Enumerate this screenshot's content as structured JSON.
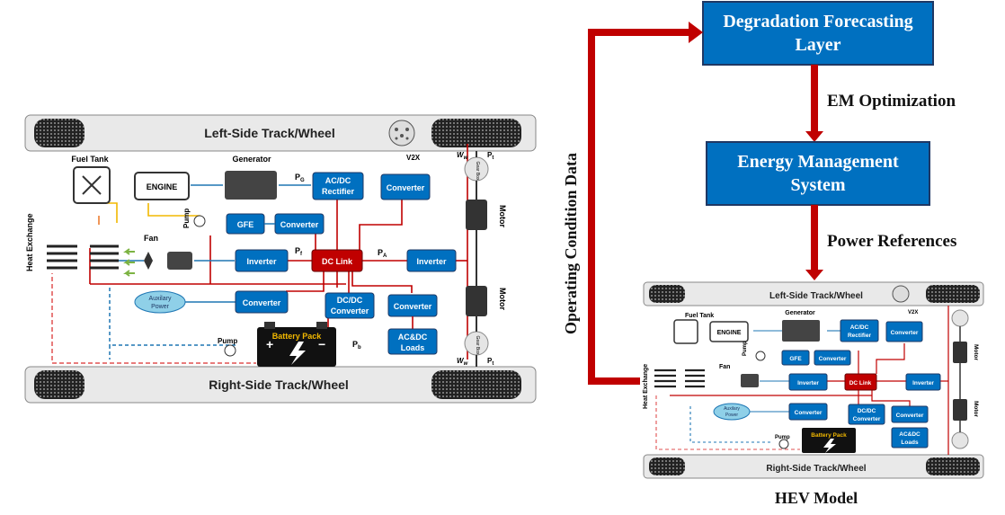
{
  "colors": {
    "blue_box": "#0070c0",
    "blue_box_edge": "#1f3864",
    "red": "#c00000",
    "dclink": "#c00000",
    "orange": "#ed7d31",
    "yellow": "#f2b800",
    "aux": "#8fd0e8"
  },
  "hev": {
    "left_track": "Left-Side Track/Wheel",
    "right_track": "Right-Side Track/Wheel",
    "fuel_tank": "Fuel Tank",
    "engine": "ENGINE",
    "generator": "Generator",
    "ac_dc_rectifier_1": "AC/DC",
    "ac_dc_rectifier_2": "Rectifier",
    "converter": "Converter",
    "gfe": "GFE",
    "inverter": "Inverter",
    "dc_link": "DC Link",
    "dcdc_1": "DC/DC",
    "dcdc_2": "Converter",
    "acdc_loads_1": "AC&DC",
    "acdc_loads_2": "Loads",
    "battery": "Battery Pack",
    "aux_1": "Auxilary",
    "aux_2": "Power",
    "fan": "Fan",
    "pump": "Pump",
    "heat_exchange": "Heat Exchange",
    "motor": "Motor",
    "gear_box": "Gear Box",
    "v2x": "V2X",
    "pg": "P",
    "pg_sub": "G",
    "pf": "P",
    "pf_sub": "f",
    "pa": "P",
    "pa_sub": "A",
    "pb": "P",
    "pb_sub": "b",
    "pt": "P",
    "pt_sub": "t",
    "ww": "W",
    "ww_sub": "w"
  },
  "flow": {
    "degradation_1": "Degradation Forecasting",
    "degradation_2": "Layer",
    "em_optimization": "EM Optimization",
    "ems_1": "Energy Management",
    "ems_2": "System",
    "power_references": "Power References",
    "operating_condition": "Operating Condition Data",
    "hev_model": "HEV Model"
  }
}
